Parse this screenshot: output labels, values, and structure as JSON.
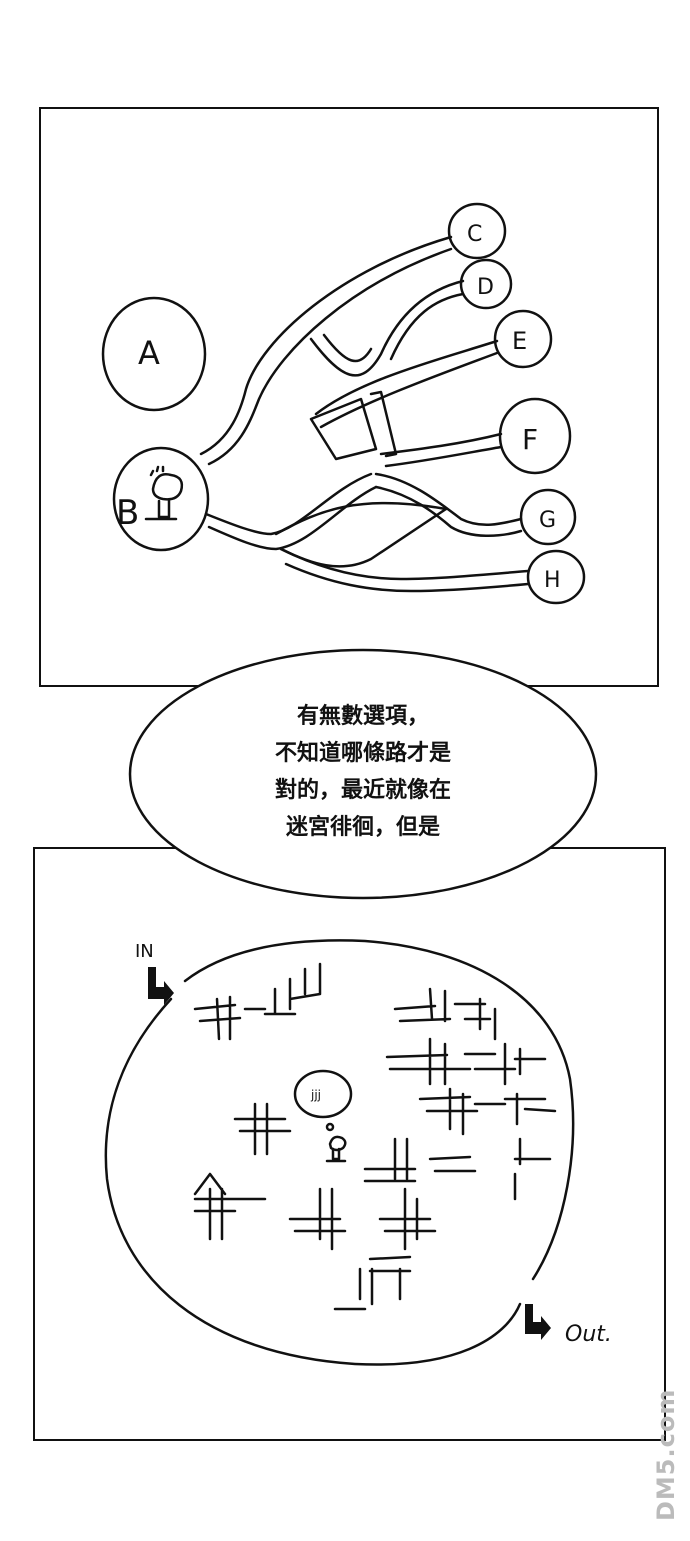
{
  "top_panel": {
    "nodes": [
      "A",
      "B",
      "C",
      "D",
      "E",
      "F",
      "G",
      "H"
    ]
  },
  "bubble": {
    "lines": [
      "有無數選項，",
      "不知道哪條路才是",
      "對的，最近就像在",
      "迷宮徘徊，但是"
    ]
  },
  "bottom_panel": {
    "entrance_label": "IN",
    "exit_label": "Out.",
    "thought_text": "jjj"
  },
  "watermark": {
    "text": "DM5.com"
  }
}
